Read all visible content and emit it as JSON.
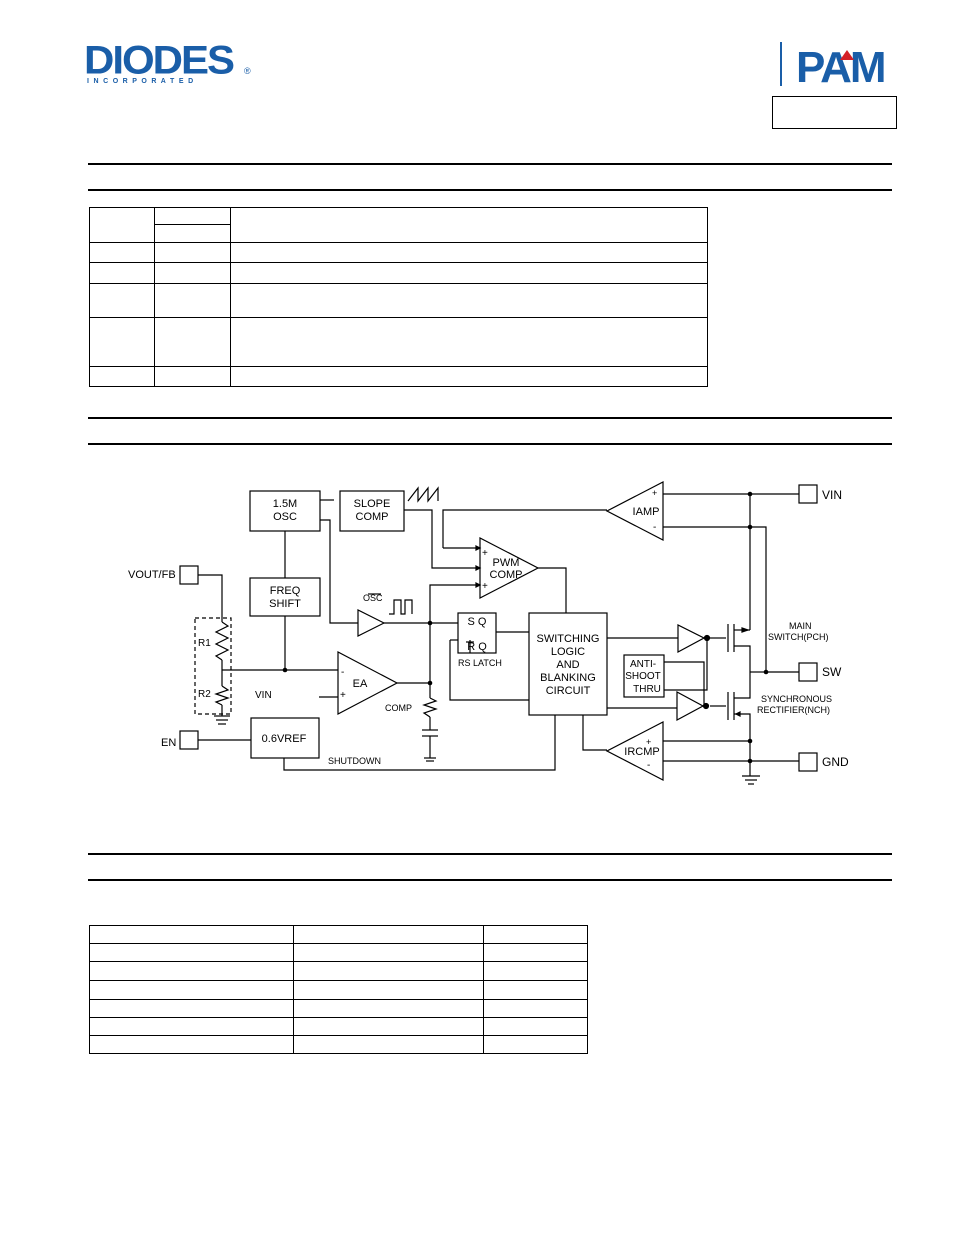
{
  "header": {
    "diodes_logo_text": "DIODES",
    "diodes_logo_sub": "I N C O R P O R A T E D",
    "diodes_logo_mark": "®",
    "pam_logo_text": "PAM",
    "brand_blue": "#1a5ea8",
    "brand_red": "#d42027"
  },
  "pin_table": {
    "rows": [
      {
        "h": 17,
        "cells": 4
      },
      {
        "h": 19
      },
      {
        "h": 21
      },
      {
        "h": 34
      },
      {
        "h": 50
      },
      {
        "h": 20
      }
    ]
  },
  "block_diagram": {
    "osc": [
      "1.5M",
      "OSC"
    ],
    "slope": [
      "SLOPE",
      "COMP"
    ],
    "freq": [
      "FREQ",
      "SHIFT"
    ],
    "pwm": [
      "PWM",
      "COMP"
    ],
    "iamp": "IAMP",
    "ea": "EA",
    "vref": "0.6VREF",
    "sq": [
      "S  Q",
      "R  Q"
    ],
    "rs_latch": "RS LATCH",
    "switching": [
      "SWITCHING",
      "LOGIC",
      "AND",
      "BLANKING",
      "CIRCUIT"
    ],
    "anti": [
      "ANTI-",
      "SHOOT",
      "THRU"
    ],
    "ircmp": "IRCMP",
    "osc_bar": "OSC",
    "comp": "COMP",
    "shutdown": "SHUTDOWN",
    "vin_small": "VIN",
    "r1": "R1",
    "r2": "R2",
    "vout_fb": "VOUT/FB",
    "en": "EN",
    "vin": "VIN",
    "sw": "SW",
    "gnd": "GND",
    "main_switch": [
      "MAIN",
      "SWITCH(PCH)"
    ],
    "sync_rect": [
      "SYNCHRONOUS",
      "RECTIFIER(NCH)"
    ],
    "plus": "+",
    "minus": "-"
  },
  "order_table": {
    "rows": 7
  }
}
